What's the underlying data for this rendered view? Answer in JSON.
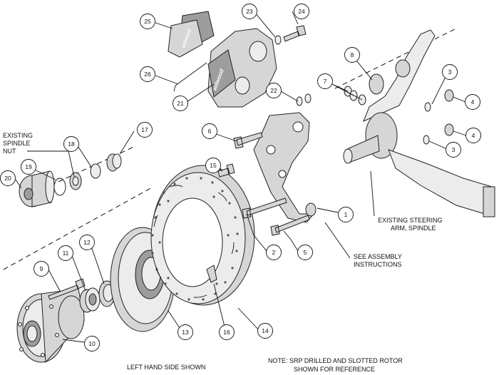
{
  "callouts": [
    {
      "n": "1"
    },
    {
      "n": "2"
    },
    {
      "n": "3"
    },
    {
      "n": "3"
    },
    {
      "n": "4"
    },
    {
      "n": "4"
    },
    {
      "n": "5"
    },
    {
      "n": "6"
    },
    {
      "n": "7"
    },
    {
      "n": "8"
    },
    {
      "n": "9"
    },
    {
      "n": "10"
    },
    {
      "n": "11"
    },
    {
      "n": "12"
    },
    {
      "n": "13"
    },
    {
      "n": "14"
    },
    {
      "n": "15"
    },
    {
      "n": "16"
    },
    {
      "n": "17"
    },
    {
      "n": "18"
    },
    {
      "n": "19"
    },
    {
      "n": "20"
    },
    {
      "n": "21"
    },
    {
      "n": "22"
    },
    {
      "n": "23"
    },
    {
      "n": "24"
    },
    {
      "n": "25"
    },
    {
      "n": "26"
    }
  ],
  "labels": {
    "spindle_nut": [
      "EXISTING",
      "SPINDLE",
      "NUT"
    ],
    "steering_arm": [
      "EXISTING STEERING",
      "ARM, SPINDLE"
    ],
    "assembly": [
      "SEE ASSEMBLY",
      "INSTRUCTIONS"
    ],
    "side": "LEFT HAND SIDE SHOWN",
    "note": [
      "NOTE: SRP DRILLED AND SLOTTED ROTOR",
      "SHOWN FOR REFERENCE"
    ]
  },
  "branding": {
    "pad_logo": "wilwood",
    "caliper_logo": "wilwood"
  }
}
